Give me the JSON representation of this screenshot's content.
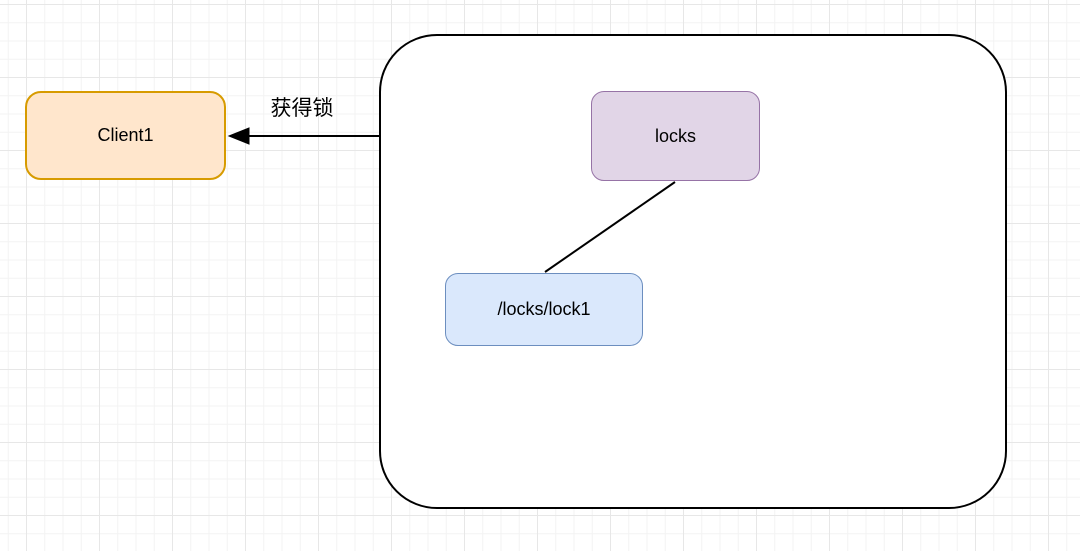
{
  "diagram": {
    "nodes": {
      "client1": {
        "label": "Client1",
        "fill": "#FFE6CC",
        "stroke": "#D79B00"
      },
      "locks": {
        "label": "locks",
        "fill": "#E1D5E7",
        "stroke": "#9673A6"
      },
      "lock1": {
        "label": "/locks/lock1",
        "fill": "#DAE8FC",
        "stroke": "#6C8EBF"
      }
    },
    "edges": {
      "acquire": {
        "label": "获得锁",
        "color": "#000000"
      },
      "tree": {
        "color": "#000000"
      }
    },
    "canvas": {
      "container_stroke": "#000000",
      "container_fill": "#ffffff",
      "grid_minor": "#f3f3f3",
      "grid_major": "#e7e7e7"
    }
  }
}
